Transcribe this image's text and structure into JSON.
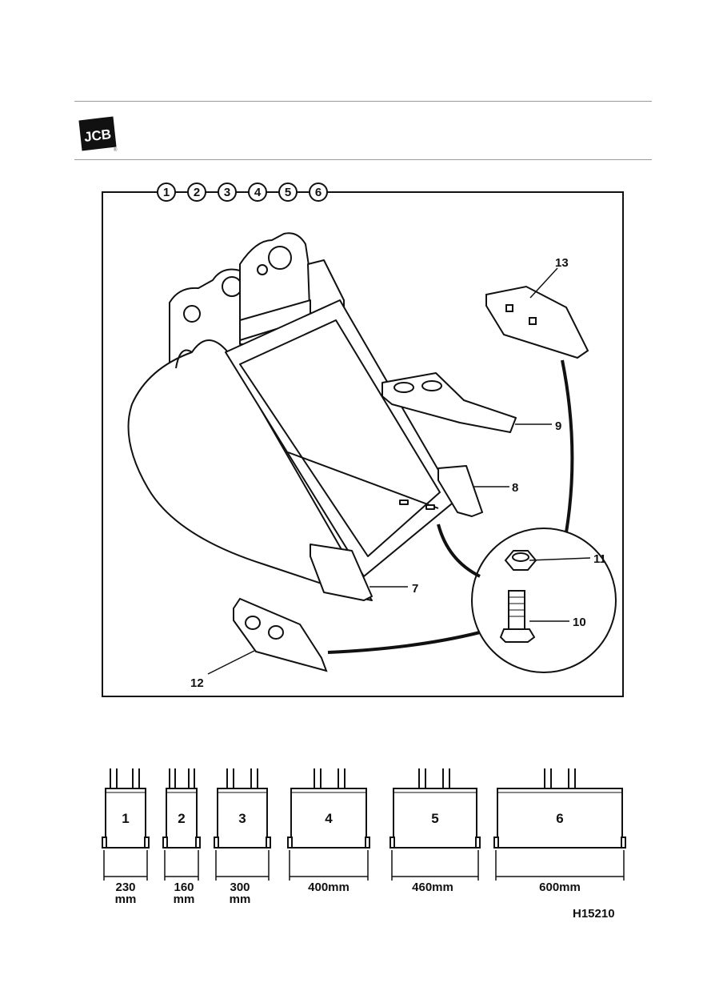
{
  "header": {
    "logo_text": "JCB",
    "logo_mark": "®"
  },
  "diagram": {
    "bucket_ids": [
      "1",
      "2",
      "3",
      "4",
      "5",
      "6"
    ],
    "callouts": {
      "c7": "7",
      "c8": "8",
      "c9": "9",
      "c10": "10",
      "c11": "11",
      "c12": "12",
      "c13": "13"
    }
  },
  "buckets": [
    {
      "number": "1",
      "width_line1": "230",
      "width_line2": "mm"
    },
    {
      "number": "2",
      "width_line1": "160",
      "width_line2": "mm"
    },
    {
      "number": "3",
      "width_line1": "300",
      "width_line2": "mm"
    },
    {
      "number": "4",
      "width_line1": "400mm",
      "width_line2": ""
    },
    {
      "number": "5",
      "width_line1": "460mm",
      "width_line2": ""
    },
    {
      "number": "6",
      "width_line1": "600mm",
      "width_line2": ""
    }
  ],
  "figure_ref": "H15210"
}
